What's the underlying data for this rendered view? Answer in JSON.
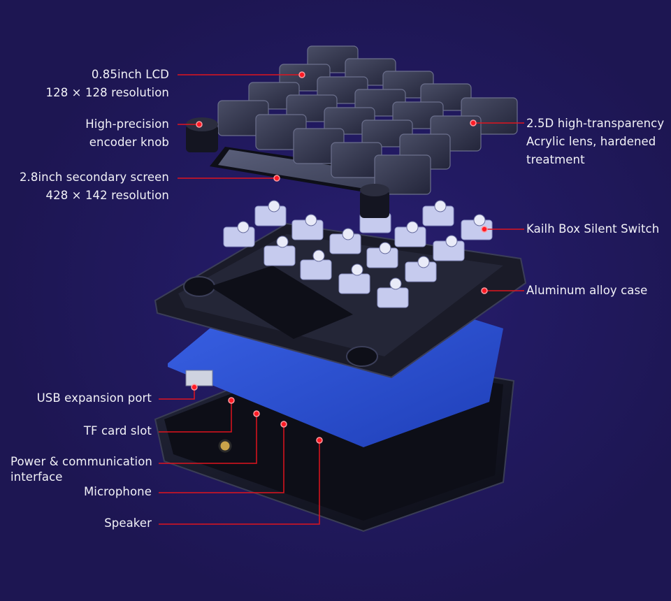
{
  "colors": {
    "background": "#1e1752",
    "background_glow": "#2a1f72",
    "leader_line": "#e0141e",
    "leader_dot": "#ff1a24",
    "label_text": "#f2f2f7",
    "keycap": "#2b2d3e",
    "switch": "#c8ccec",
    "pcb": "#2f55d4",
    "case": "#141521"
  },
  "callouts": {
    "lcd": {
      "line1": "0.85inch LCD",
      "line2": "128 × 128  resolution"
    },
    "knob": {
      "line1": "High-precision",
      "line2": "encoder knob"
    },
    "secondary_screen": {
      "line1": "2.8inch secondary screen",
      "line2": "428 × 142 resolution"
    },
    "lens": {
      "line1": "2.5D high-transparency",
      "line2": "Acrylic lens, hardened",
      "line3": "treatment"
    },
    "switch": {
      "line1": "Kailh Box Silent Switch"
    },
    "case": {
      "line1": "Aluminum alloy case"
    },
    "usb": {
      "line1": "USB expansion port"
    },
    "tf_card": {
      "line1": "TF card slot"
    },
    "power": {
      "line1": "Power & communication",
      "line2": "interface"
    },
    "microphone": {
      "line1": "Microphone"
    },
    "speaker": {
      "line1": "Speaker"
    }
  }
}
